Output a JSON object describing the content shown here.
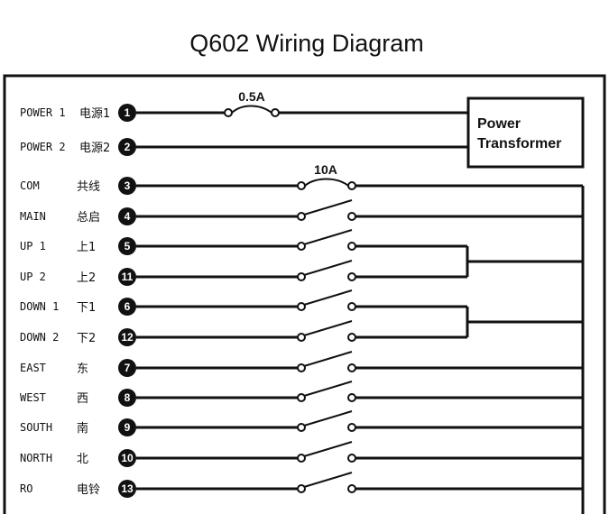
{
  "title": "Q602 Wiring Diagram",
  "fuse_power_label": "0.5A",
  "fuse_main_label": "10A",
  "transformer": {
    "line1": "Power",
    "line2": "Transformer"
  },
  "rows": [
    {
      "code": "POWER 1",
      "cn": "电源1",
      "num": "1"
    },
    {
      "code": "POWER 2",
      "cn": "电源2",
      "num": "2"
    },
    {
      "code": "COM",
      "cn": "共线",
      "num": "3"
    },
    {
      "code": "MAIN",
      "cn": "总启",
      "num": "4"
    },
    {
      "code": "UP 1",
      "cn": "上1",
      "num": "5"
    },
    {
      "code": "UP 2",
      "cn": "上2",
      "num": "11"
    },
    {
      "code": "DOWN 1",
      "cn": "下1",
      "num": "6"
    },
    {
      "code": "DOWN 2",
      "cn": "下2",
      "num": "12"
    },
    {
      "code": "EAST",
      "cn": "东",
      "num": "7"
    },
    {
      "code": "WEST",
      "cn": "西",
      "num": "8"
    },
    {
      "code": "SOUTH",
      "cn": "南",
      "num": "9"
    },
    {
      "code": "NORTH",
      "cn": "北",
      "num": "10"
    },
    {
      "code": "RO",
      "cn": "电铃",
      "num": "13"
    }
  ]
}
